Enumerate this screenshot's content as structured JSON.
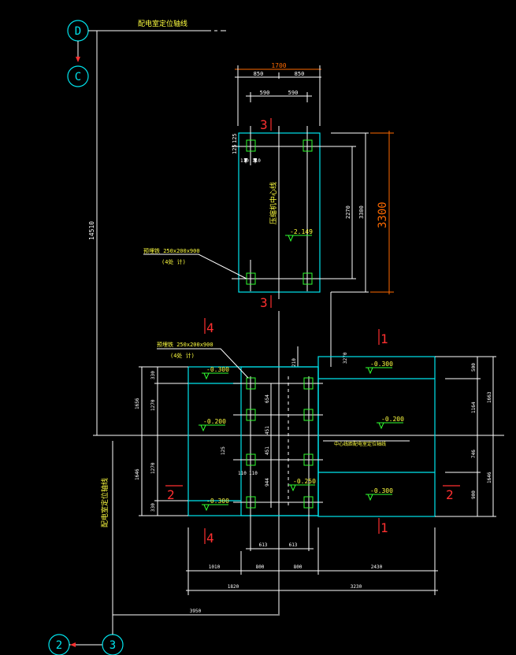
{
  "colors": {
    "background": "#000000",
    "outline": "#00e5ee",
    "dimension": "#ffffff",
    "text": "#ffff40",
    "section": "#ff3030",
    "level": "#30ff30",
    "hatch": "#30ff30"
  },
  "axes": {
    "d": "D",
    "c": "C",
    "n2": "2",
    "n3": "3"
  },
  "labels": {
    "axis_line_top": "配电室定位轴线",
    "axis_line_left": "配电室定位轴线",
    "compressor_center": "压缩机中心线",
    "embed_top": "预埋铁 250x200x900",
    "embed_top_count": "(4处 计)",
    "embed_bottom": "预埋铁 250x200x900",
    "embed_bottom_count": "(4处 计)",
    "center_note": "中心线距配电室定位轴线",
    "level_top": "-2.149",
    "level_a": "-0.300",
    "level_b": "-0.200",
    "level_c": "-0.300",
    "level_d": "-0.300",
    "level_e": "-0.200",
    "level_f": "-0.250",
    "level_g": "-0.300"
  },
  "sections": {
    "s3_top": "3",
    "s3_bot": "3",
    "s1_top": "1",
    "s1_bot": "1",
    "s4_top": "4",
    "s4_bot": "4",
    "s2_left": "2",
    "s2_right": "2"
  },
  "dims": {
    "top_total": "1700",
    "top_half_l": "850",
    "top_half_r": "850",
    "top_inner_l": "590",
    "top_inner_r": "590",
    "big_3300": "3300",
    "v_3300": "3300",
    "v_2270": "2270",
    "left_14510": "14510",
    "d125a": "125",
    "d125b": "125",
    "d110a": "110",
    "d110b": "110",
    "d3270": "3270",
    "d210": "210",
    "l330a": "330",
    "l1270": "1270",
    "l1270b": "1270",
    "l330b": "330",
    "l1656": "1656",
    "l1646": "1646",
    "c654": "654",
    "c451a": "451",
    "c451b": "451",
    "c944": "944",
    "c125": "125",
    "c110a": "110",
    "c110b": "110",
    "r500": "500",
    "r1164": "1164",
    "r746": "746",
    "r900": "900",
    "r1663": "1663",
    "r1646": "1646",
    "b613a": "613",
    "b613b": "613",
    "b1010": "1010",
    "b800a": "800",
    "b800b": "800",
    "b2430": "2430",
    "b1820": "1820",
    "b3230": "3230",
    "b3950": "3950"
  }
}
